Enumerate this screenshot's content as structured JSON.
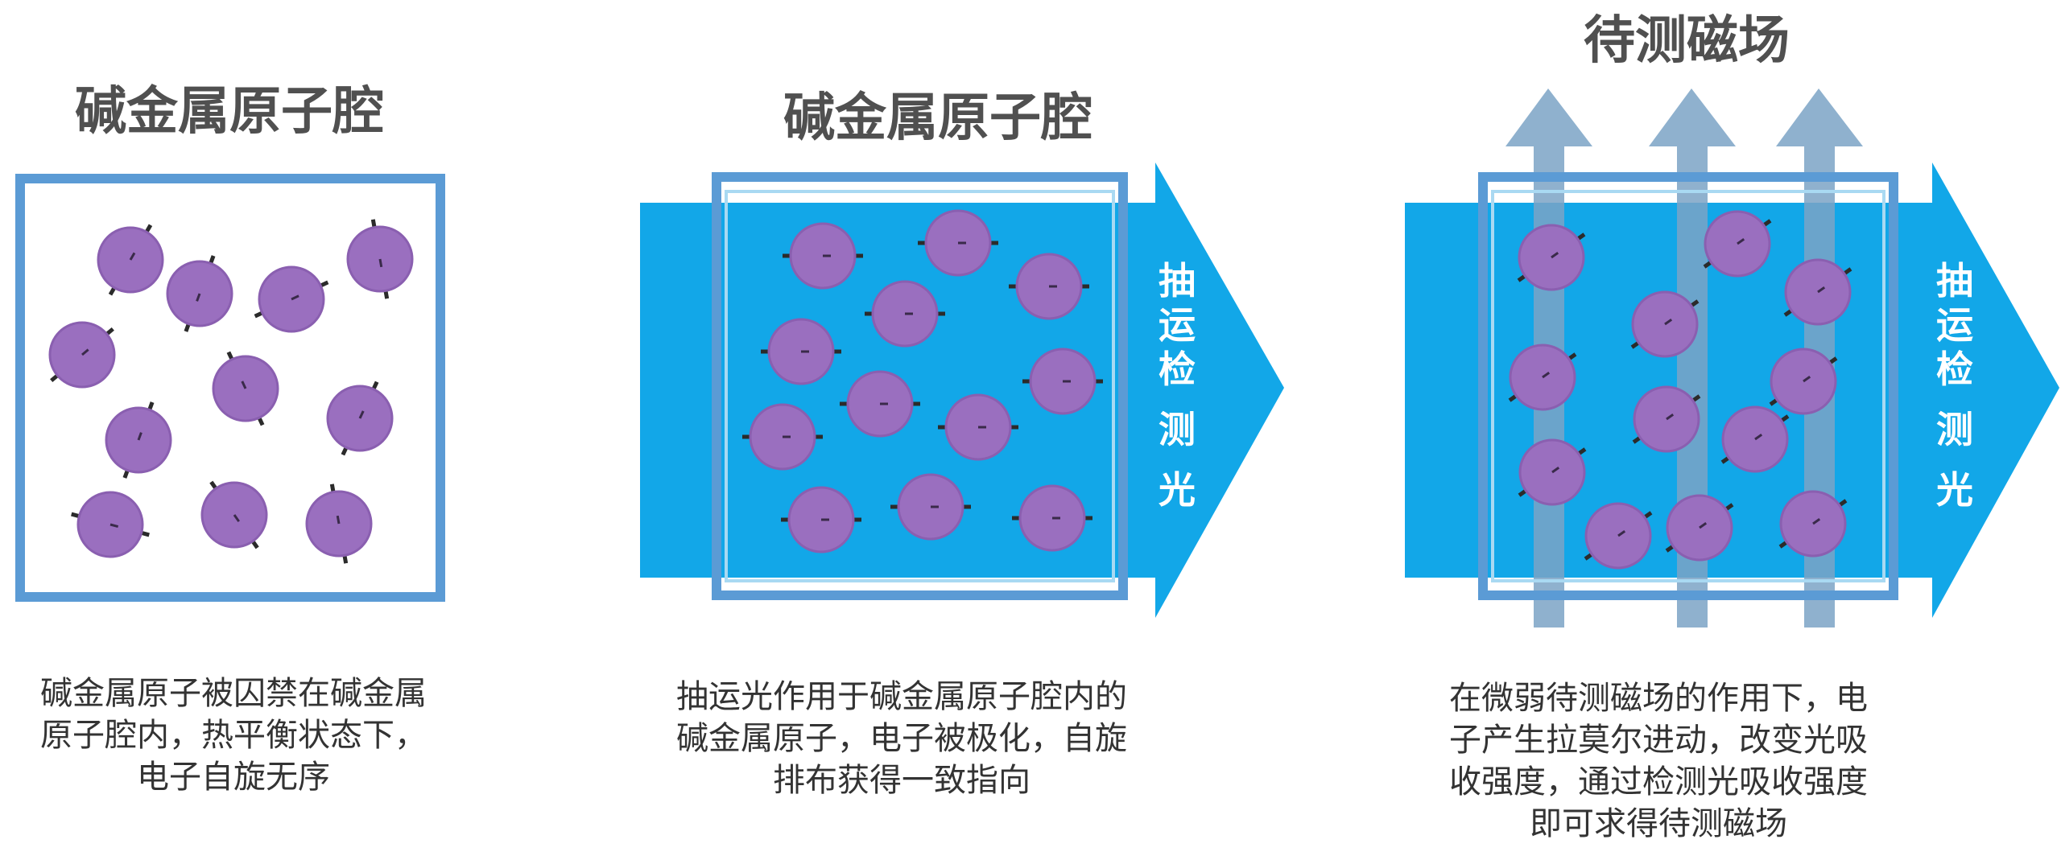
{
  "panels": [
    {
      "title": "碱金属原子腔",
      "caption": [
        "碱金属原子被囚禁在碱金属",
        "原子腔内，热平衡状态下，",
        "电子自旋无序"
      ]
    },
    {
      "title": "碱金属原子腔",
      "arrow_label": [
        "抽",
        "运",
        "检",
        "测",
        "光"
      ],
      "caption": [
        "抽运光作用于碱金属原子腔内的",
        "碱金属原子，电子被极化，自旋",
        "排布获得一致指向"
      ]
    },
    {
      "title": "待测磁场",
      "arrow_label": [
        "抽",
        "运",
        "检",
        "测",
        "光"
      ],
      "caption": [
        "在微弱待测磁场的作用下，电",
        "子产生拉莫尔进动，改变光吸",
        "收强度，通过检测光吸收强度",
        "即可求得待测磁场"
      ]
    }
  ],
  "colors": {
    "frame": "#5b9bd5",
    "pump_light": "#12a7e8",
    "field_arrow": "#7ba3c6",
    "atom": "#9a6fbf",
    "title_text": "#505050"
  },
  "icons": [
    "atom-icon",
    "spin-marker-icon",
    "magnetic-field-arrow-icon",
    "light-beam-arrow-icon"
  ]
}
